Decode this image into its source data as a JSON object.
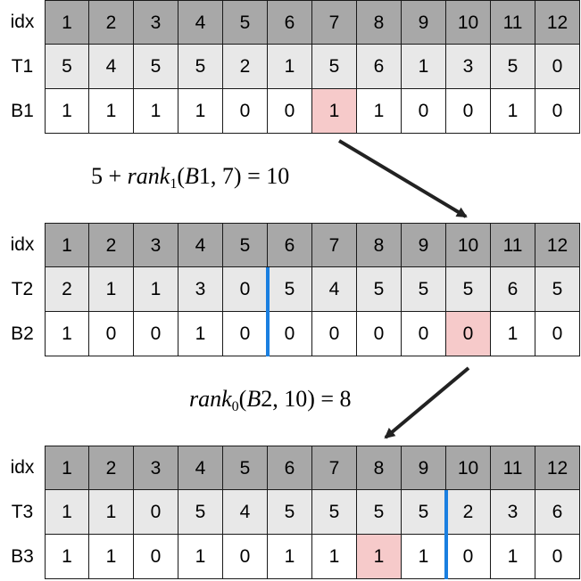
{
  "blocks": [
    {
      "idx_label": "idx",
      "idx": [
        "1",
        "2",
        "3",
        "4",
        "5",
        "6",
        "7",
        "8",
        "9",
        "10",
        "11",
        "12"
      ],
      "t_label": "T1",
      "t": [
        "5",
        "4",
        "5",
        "5",
        "2",
        "1",
        "5",
        "6",
        "1",
        "3",
        "5",
        "0"
      ],
      "b_label": "B1",
      "b": [
        "1",
        "1",
        "1",
        "1",
        "0",
        "0",
        "1",
        "1",
        "0",
        "0",
        "1",
        "0"
      ],
      "highlight_index": 7,
      "split_after": null
    },
    {
      "idx_label": "idx",
      "idx": [
        "1",
        "2",
        "3",
        "4",
        "5",
        "6",
        "7",
        "8",
        "9",
        "10",
        "11",
        "12"
      ],
      "t_label": "T2",
      "t": [
        "2",
        "1",
        "1",
        "3",
        "0",
        "5",
        "4",
        "5",
        "5",
        "5",
        "6",
        "5"
      ],
      "b_label": "B2",
      "b": [
        "1",
        "0",
        "0",
        "1",
        "0",
        "0",
        "0",
        "0",
        "0",
        "0",
        "1",
        "0"
      ],
      "highlight_index": 10,
      "split_after": 5
    },
    {
      "idx_label": "idx",
      "idx": [
        "1",
        "2",
        "3",
        "4",
        "5",
        "6",
        "7",
        "8",
        "9",
        "10",
        "11",
        "12"
      ],
      "t_label": "T3",
      "t": [
        "1",
        "1",
        "0",
        "5",
        "4",
        "5",
        "5",
        "5",
        "5",
        "2",
        "3",
        "6"
      ],
      "b_label": "B3",
      "b": [
        "1",
        "1",
        "0",
        "1",
        "0",
        "1",
        "1",
        "1",
        "1",
        "0",
        "1",
        "0"
      ],
      "highlight_index": 8,
      "split_after": 9
    }
  ],
  "formula1": {
    "prefix": "5 + ",
    "fn": "rank",
    "sub": "1",
    "arg_open": "(",
    "arg_var": "B",
    "args_rest": "1, 7) = 10"
  },
  "formula2": {
    "fn": "rank",
    "sub": "0",
    "arg_open": "(",
    "arg_var": "B",
    "args_rest": "2, 10) = 8"
  },
  "colors": {
    "header_fill": "#a8a8a8",
    "t_fill": "#e8e8e8",
    "highlight_fill": "#f6caca",
    "split_line": "#1a7fe0"
  }
}
